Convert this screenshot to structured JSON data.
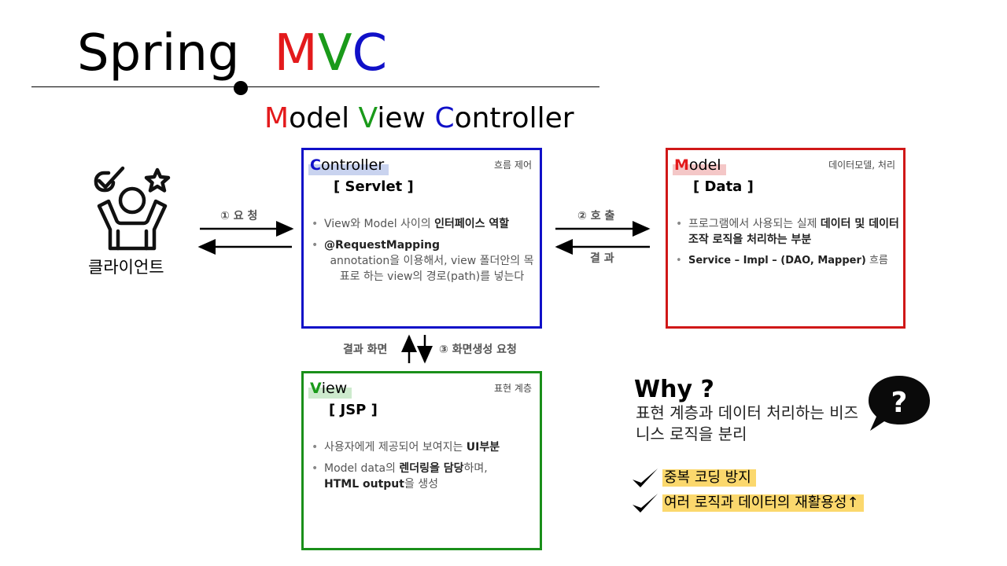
{
  "title": {
    "spring": "Spring",
    "m": "M",
    "v": "V",
    "c": "C"
  },
  "subtitle": {
    "m": "M",
    "m_rest": "odel",
    "v": "V",
    "v_rest": "iew",
    "c": "C",
    "c_rest": "ontroller"
  },
  "colors": {
    "model": "#e31a1c",
    "view": "#1a9a1a",
    "controller": "#1010c8",
    "highlight": "#fbd86d"
  },
  "client": {
    "label": "클라이언트",
    "icon": "happy-person-with-check-and-star-icon"
  },
  "arrows": {
    "request": "① 요 청",
    "call": "② 호 출",
    "result": "결 과",
    "result_screen": "결과 화면",
    "render_request": "③ 화면생성 요청"
  },
  "controller": {
    "first": "C",
    "rest": "ontroller",
    "tag": "흐름 제어",
    "subtitle": "[ Servlet ]",
    "b1_pre": "View와 Model 사이의 ",
    "b1_bold": "인터페이스 역할",
    "b2_bold": "@RequestMapping",
    "b2_note": "annotation을 이용해서, view 폴더안의 목표로 하는 view의 경로(path)를 넣는다"
  },
  "model": {
    "first": "M",
    "rest": "odel",
    "tag": "데이터모델, 처리",
    "subtitle": "[ Data ]",
    "b1_pre": "프로그램에서 사용되는 실제 ",
    "b1_bold": "데이터 및 데이터 조작 로직을 처리하는 부분",
    "b2_bold": "Service – Impl – (DAO, Mapper)",
    "b2_post": " 흐름"
  },
  "view": {
    "first": "V",
    "rest": "iew",
    "tag": "표현 계층",
    "subtitle": "[ JSP ]",
    "b1_pre": "사용자에게 제공되어 보여지는 ",
    "b1_bold": "UI부분",
    "b2_pre": "Model data의 ",
    "b2_bold": "렌더링을 담당",
    "b2_post": "하며,",
    "b3_bold": "HTML output",
    "b3_post": "을 생성"
  },
  "why": {
    "title": "Why ?",
    "desc": "표현 계층과 데이터 처리하는 비즈니스 로직을 분리",
    "icon": "question-speech-bubble-icon",
    "benefits": [
      "중복 코딩 방지",
      "여러 로직과 데이터의 재활용성↑"
    ]
  }
}
